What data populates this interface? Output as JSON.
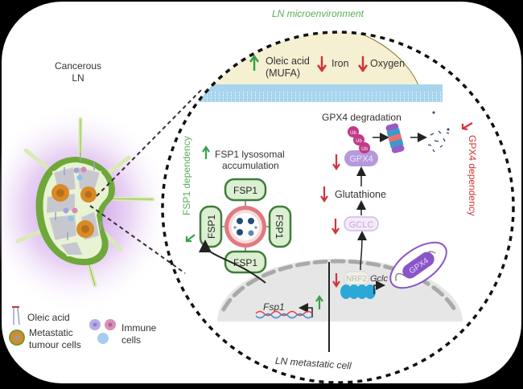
{
  "left_panel": {
    "title_line1": "Cancerous",
    "title_line2": "LN",
    "legend": {
      "oleic_acid": "Oleic acid",
      "tumour_line1": "Metastatic",
      "tumour_line2": "tumour cells",
      "immune_line1": "Immune",
      "immune_line2": "cells"
    }
  },
  "microenvironment": {
    "title": "LN microenvironment",
    "factors": [
      {
        "label_line1": "Oleic acid",
        "label_line2": "(MUFA)",
        "direction": "up",
        "color": "#3aa04a"
      },
      {
        "label_line1": "Iron",
        "direction": "down",
        "color": "#d0343a"
      },
      {
        "label_line1": "Oxygen",
        "direction": "down",
        "color": "#d0343a"
      }
    ]
  },
  "fsp1_branch": {
    "dependency_label": "FSP1 dependency",
    "accumulation_line1": "FSP1 lysosomal",
    "accumulation_line2": "accumulation",
    "protein_label": "FSP1",
    "gene_label": "Fsp1",
    "color": "#3aa04a"
  },
  "gpx4_branch": {
    "dependency_label": "GPX4 dependency",
    "degradation_label": "GPX4 degradation",
    "ubiquitin_label": "Ub",
    "gpx4_label": "GPX4",
    "glutathione_label": "Glutathione",
    "gclc_label": "GCLC",
    "nrf2_label": "NRF2",
    "gene_label": "Gclc",
    "mito_gpx4_label": "GPX4",
    "color": "#d0343a"
  },
  "cell": {
    "label": "LN metastatic cell"
  },
  "colors": {
    "up": "#3aa04a",
    "down": "#d0343a",
    "membrane": "#a8d4ee",
    "extracellular": "#f6f0d2",
    "nucleus": "#e6e6e6",
    "gpx4": "#b08ad6",
    "mito": "#8a55c8",
    "lysosome": "#e07a80"
  }
}
